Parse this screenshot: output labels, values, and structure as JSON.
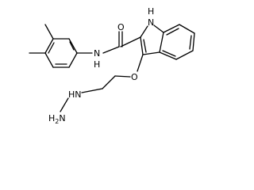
{
  "atoms": {
    "indole_nh": "H",
    "indole_n": "N",
    "amide_o": "O",
    "amide_n": "N",
    "amide_h": "H",
    "ether_o": "O",
    "hydrazine_hn": "HN",
    "hydrazine_h2n": "H",
    "hydrazine_n": "N",
    "hydrazine_sub": "2"
  }
}
